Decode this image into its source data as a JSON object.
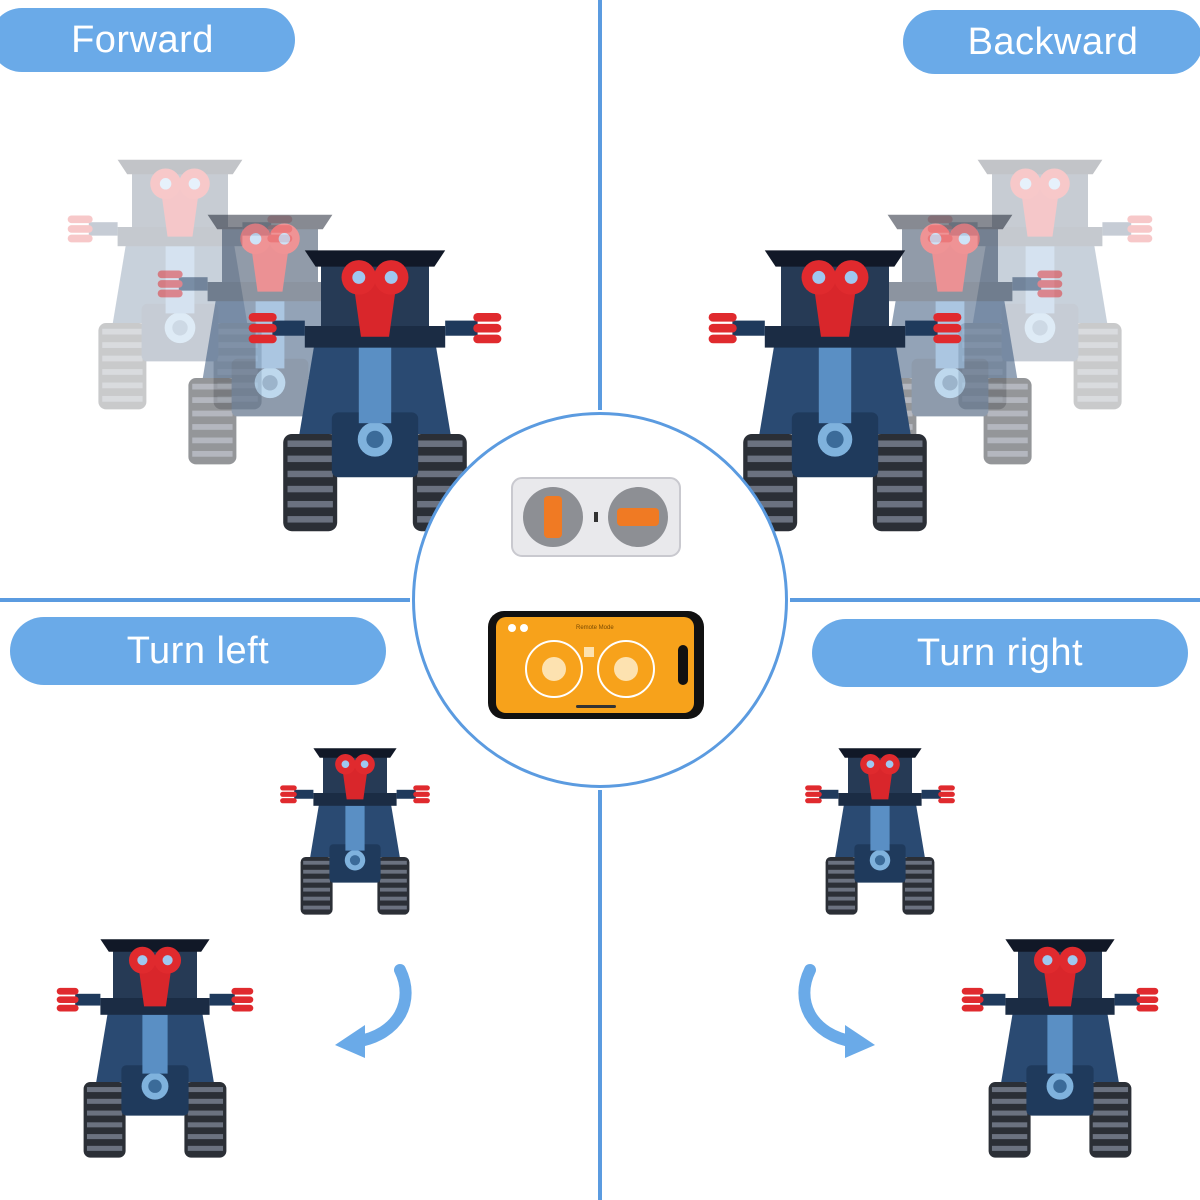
{
  "labels": {
    "forward": "Forward",
    "backward": "Backward",
    "turn_left": "Turn left",
    "turn_right": "Turn right"
  },
  "phone": {
    "screen_title": "Remote Mode"
  },
  "colors": {
    "pill_blue": "#6aaae8",
    "divider_blue": "#5b9be0",
    "robot_navy": "#1f3a5c",
    "robot_red": "#d9262b",
    "phone_orange": "#f7a21b",
    "controller_orange": "#f07a23"
  },
  "icons": [
    "robot-image",
    "curved-arrow-icon",
    "remote-controller-image",
    "smartphone-image"
  ]
}
